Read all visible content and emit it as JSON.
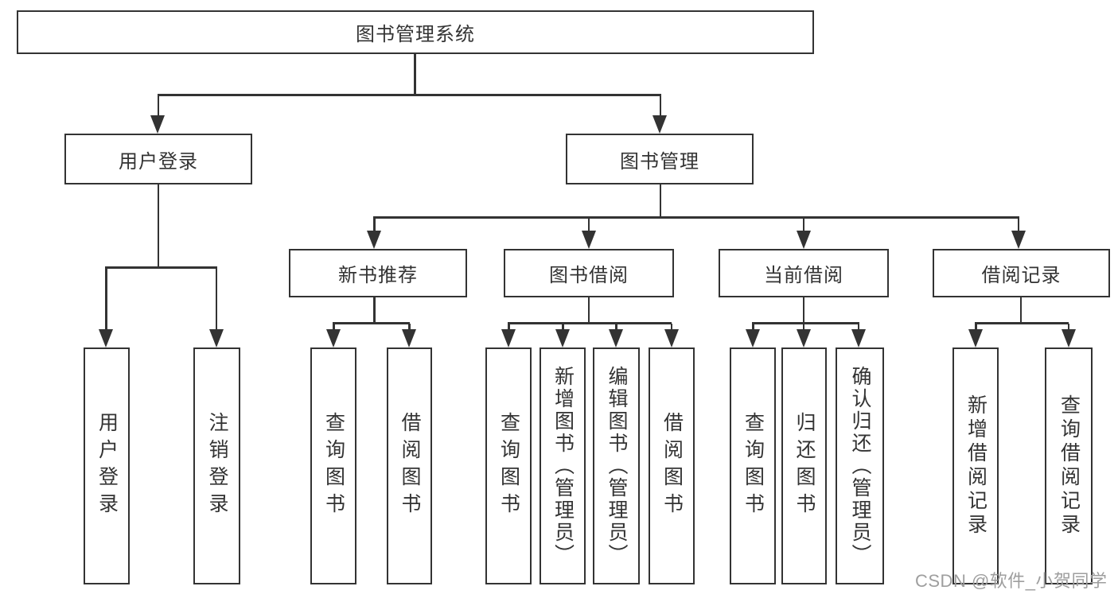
{
  "diagram": {
    "title_node": {
      "label": "图书管理系统"
    },
    "level2": {
      "user_login_group": {
        "label": "用户登录"
      },
      "book_mgmt_group": {
        "label": "图书管理"
      }
    },
    "level3": {
      "new_book_rec": {
        "label": "新书推荐"
      },
      "book_borrow": {
        "label": "图书借阅"
      },
      "current_borrow": {
        "label": "当前借阅"
      },
      "borrow_record": {
        "label": "借阅记录"
      }
    },
    "leaves": {
      "user_login": {
        "label": "用户登录"
      },
      "logout": {
        "label": "注销登录"
      },
      "query_book_rec": {
        "label": "查询图书"
      },
      "borrow_book_rec": {
        "label": "借阅图书"
      },
      "query_book_borrow": {
        "label": "查询图书"
      },
      "add_book": {
        "label": "新增图书（管理员）"
      },
      "edit_book": {
        "label": "编辑图书（管理员）"
      },
      "borrow_book_2": {
        "label": "借阅图书"
      },
      "query_book_current": {
        "label": "查询图书"
      },
      "return_book": {
        "label": "归还图书"
      },
      "confirm_return": {
        "label": "确认归还（管理员）"
      },
      "add_borrow_record": {
        "label": "新增借阅记录"
      },
      "query_borrow_record": {
        "label": "查询借阅记录"
      }
    }
  },
  "watermark": {
    "text": "CSDN @软件_小贺同学"
  },
  "colors": {
    "line": "#333333",
    "text": "#333333",
    "box_background": "#ffffff",
    "watermark": "#9e9e9e",
    "page_background": "#ffffff"
  }
}
